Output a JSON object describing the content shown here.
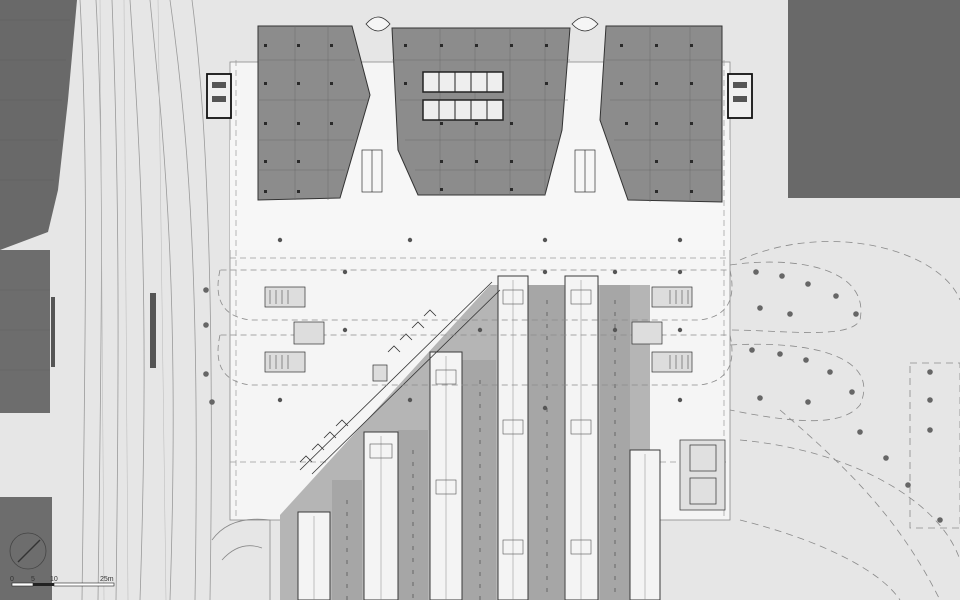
{
  "scale_bar": {
    "ticks": [
      "0",
      "5",
      "10",
      "25m"
    ]
  },
  "colors": {
    "background": "#e6e6e6",
    "plaza": "#f5f5f5",
    "building_fill": "#8c8c8c",
    "platform_wedge": "#b5b5b5",
    "platform_band": "#a6a6a6",
    "platform": "#f4f4f4",
    "dark_block": "#696969",
    "line": "#555555"
  }
}
